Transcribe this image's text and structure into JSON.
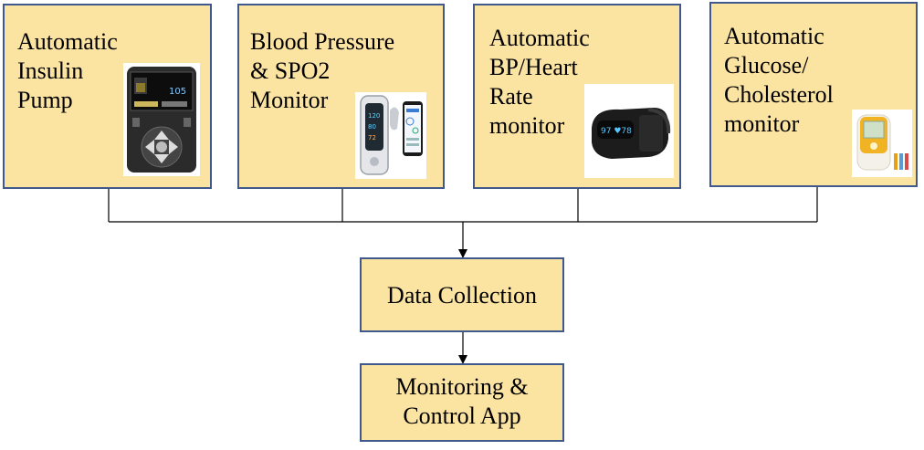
{
  "devices": [
    {
      "label": "Automatic\nInsulin\n Pump",
      "image": "insulin-pump-photo"
    },
    {
      "label": "Blood Pressure\n& SPO2\nMonitor",
      "image": "bp-spo2-monitor-photo"
    },
    {
      "label": "Automatic\nBP/Heart\nRate\nmonitor",
      "image": "wrist-monitor-photo"
    },
    {
      "label": "Automatic\nGlucose/\nCholesterol\nmonitor",
      "image": "glucose-meter-photo"
    }
  ],
  "hub": {
    "label": "Data Collection"
  },
  "app": {
    "label": "Monitoring &\nControl App"
  },
  "colors": {
    "box_fill": "#fbe3a2",
    "box_border": "#40598c",
    "line": "#000000"
  }
}
